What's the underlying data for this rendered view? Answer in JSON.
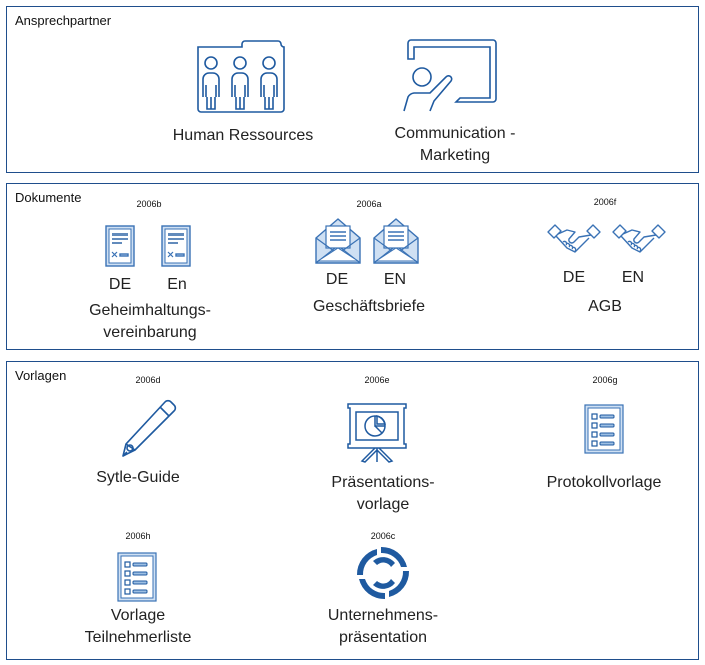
{
  "colors": {
    "accent": "#1f5aa0",
    "border": "#1f4e8c"
  },
  "sections": {
    "ansprechpartner": {
      "title": "Ansprechpartner",
      "items": [
        {
          "label": "Human Ressources",
          "icon": "team-folder-icon"
        },
        {
          "label_line1": "Communication -",
          "label_line2": "Marketing",
          "icon": "presenter-board-icon"
        }
      ]
    },
    "dokumente": {
      "title": "Dokumente",
      "groups": [
        {
          "code": "2006b",
          "langs": [
            "DE",
            "En"
          ],
          "label_line1": "Geheimhaltungs-",
          "label_line2": "vereinbarung",
          "icon": "contract-document-icon"
        },
        {
          "code": "2006a",
          "langs": [
            "DE",
            "EN"
          ],
          "label": "Geschäftsbriefe",
          "icon": "open-envelope-letter-icon"
        },
        {
          "code": "2006f",
          "langs": [
            "DE",
            "EN"
          ],
          "label": "AGB",
          "icon": "handshake-icon"
        }
      ]
    },
    "vorlagen": {
      "title": "Vorlagen",
      "items": [
        {
          "code": "2006d",
          "label": "Sytle-Guide",
          "icon": "pencil-icon"
        },
        {
          "code": "2006e",
          "label_line1": "Präsentations-",
          "label_line2": "vorlage",
          "icon": "presentation-easel-icon"
        },
        {
          "code": "2006g",
          "label": "Protokollvorlage",
          "icon": "checklist-icon"
        },
        {
          "code": "2006h",
          "label_line1": "Vorlage",
          "label_line2": "Teilnehmerliste",
          "icon": "checklist-icon"
        },
        {
          "code": "2006c",
          "label_line1": "Unternehmens-",
          "label_line2": "präsentation",
          "icon": "company-logo-icon"
        }
      ]
    }
  }
}
